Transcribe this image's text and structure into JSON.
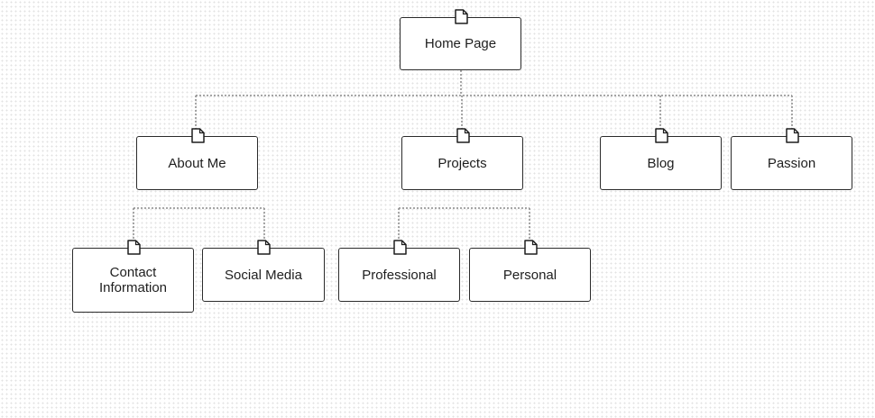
{
  "diagram": {
    "pages": {
      "home": "Home Page",
      "about": "About Me",
      "projects": "Projects",
      "blog": "Blog",
      "passion": "Passion",
      "contact": "Contact\nInformation",
      "social": "Social Media",
      "professional": "Professional",
      "personal": "Personal"
    },
    "icon": "page-icon",
    "connector_style": "dotted",
    "colors": {
      "border": "#2b2b2b",
      "connector": "#8a8a8a",
      "text": "#1e1e1e",
      "background": "#ffffff"
    }
  }
}
